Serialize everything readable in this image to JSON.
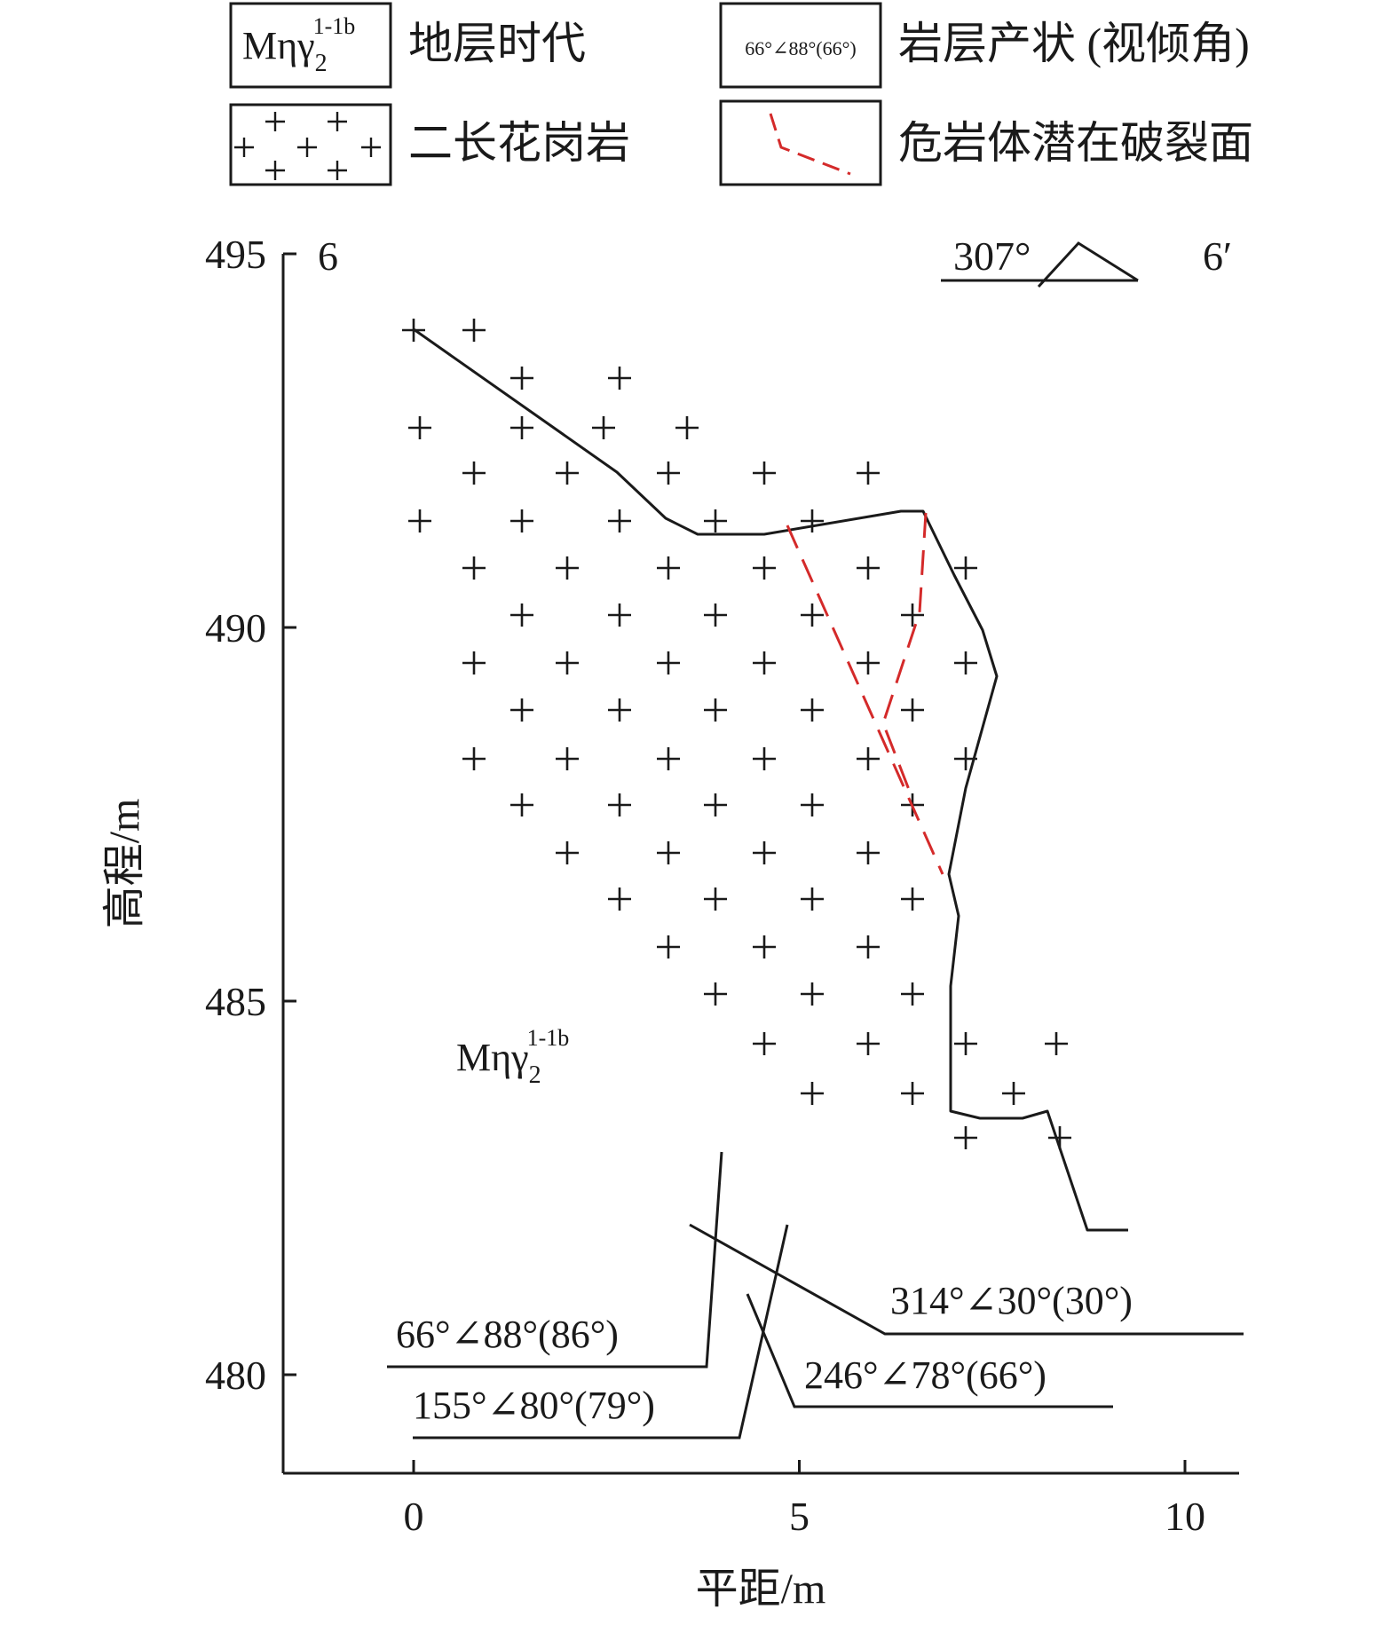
{
  "x_axis": {
    "label": "平距/m",
    "ticks": [
      {
        "value": 0,
        "label": "0"
      },
      {
        "value": 5,
        "label": "5"
      },
      {
        "value": 10,
        "label": "10"
      }
    ],
    "range": [
      -1.7,
      10.75
    ]
  },
  "y_axis": {
    "label": "高程/m",
    "ticks": [
      {
        "value": 495,
        "label": "495"
      },
      {
        "value": 490,
        "label": "490"
      },
      {
        "value": 485,
        "label": "485"
      },
      {
        "value": 480,
        "label": "480"
      }
    ],
    "range": [
      478.75,
      495
    ]
  },
  "section": {
    "start_label": "6",
    "end_label": "6′",
    "azimuth_label": "307°"
  },
  "legend": [
    {
      "symbol": "stratum-code",
      "code_main": "Mηγ",
      "code_sub": "2",
      "code_sup": "1-1b",
      "label": "地层时代"
    },
    {
      "symbol": "attitude",
      "sample": "66°∠88°(66°)",
      "label": "岩层产状 (视倾角)"
    },
    {
      "symbol": "granite-cross",
      "label": "二长花岗岩"
    },
    {
      "symbol": "red-dashed",
      "label": "危岩体潜在破裂面"
    }
  ],
  "stratum_label": {
    "main": "Mηγ",
    "sub": "2",
    "sup": "1-1b"
  },
  "attitudes": [
    {
      "label": "66°∠88°(86°)"
    },
    {
      "label": "155°∠80°(79°)"
    },
    {
      "label": "314°∠30°(30°)"
    },
    {
      "label": "246°∠78°(66°)"
    }
  ],
  "colors": {
    "line": "#1a1a1a",
    "fracture": "#d42a2a",
    "background": "#ffffff"
  }
}
